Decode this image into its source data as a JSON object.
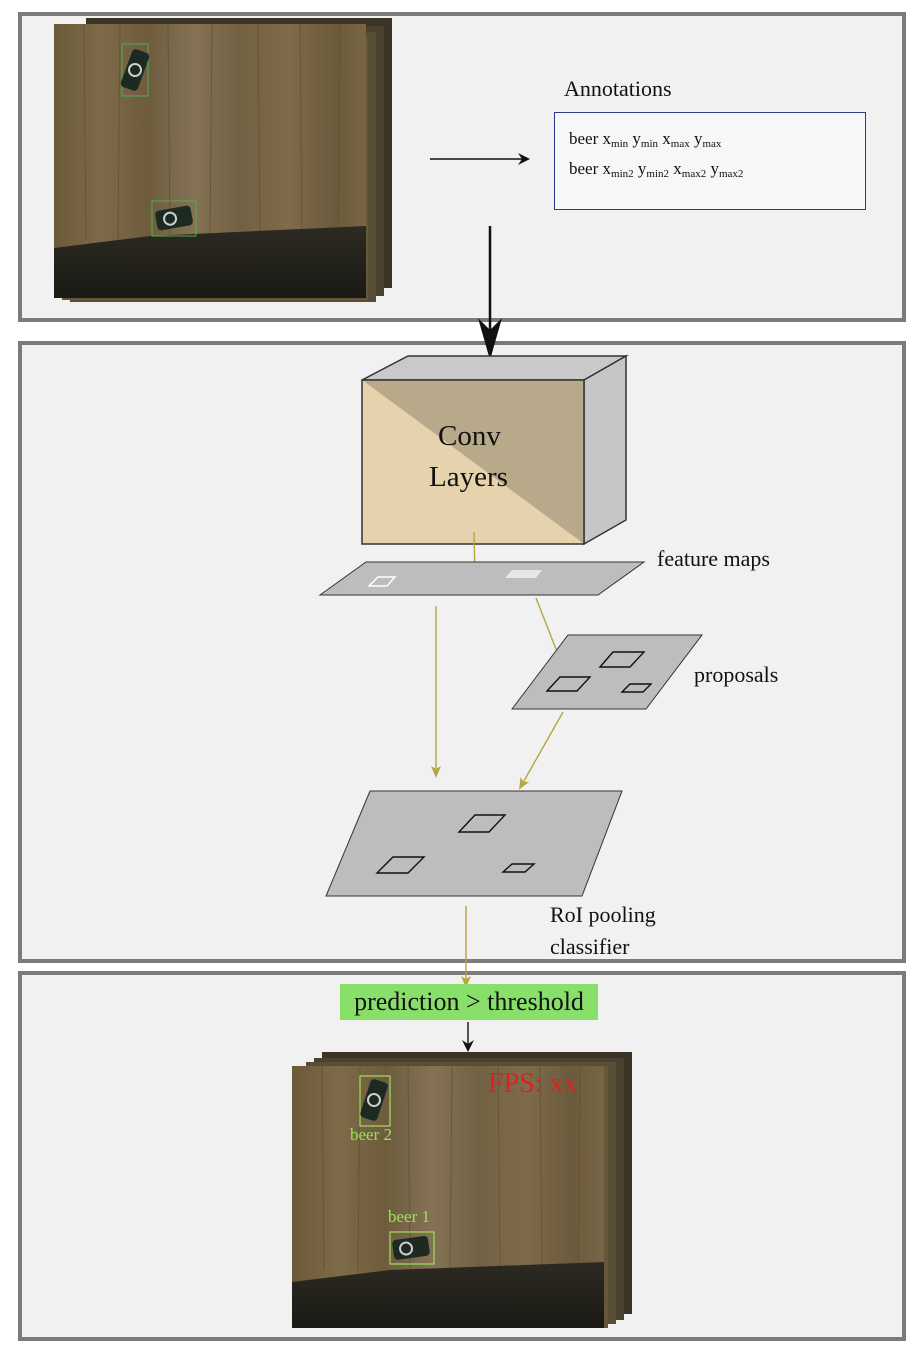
{
  "annotations": {
    "title": "Annotations",
    "line1": {
      "word": "beer",
      "x": "x",
      "xsub": "min",
      "y": "y",
      "ysub": "min",
      "x2": "x",
      "x2sub": "max",
      "y2": "y",
      "y2sub": "max"
    },
    "line2": {
      "word": "beer",
      "x": "x",
      "xsub": "min2",
      "y": "y",
      "ysub": "min2",
      "x2": "x",
      "x2sub": "max2",
      "y2": "y",
      "y2sub": "max2"
    }
  },
  "conv": {
    "line1": "Conv",
    "line2": "Layers"
  },
  "labels": {
    "feature_maps": "feature maps",
    "proposals": "proposals",
    "roi_pooling": "RoI pooling",
    "classifier": "classifier"
  },
  "prediction": {
    "text": "prediction > threshold",
    "color": "#88e06a"
  },
  "output": {
    "fps": "FPS: xx",
    "beer1": "beer 1",
    "beer2": "beer 2",
    "label_color": "#9be25a",
    "fps_color": "#e02020"
  },
  "colors": {
    "arrow_olive": "#b5a642",
    "panel_border": "#7b7b7b",
    "panel_bg": "#f1f1f1"
  }
}
